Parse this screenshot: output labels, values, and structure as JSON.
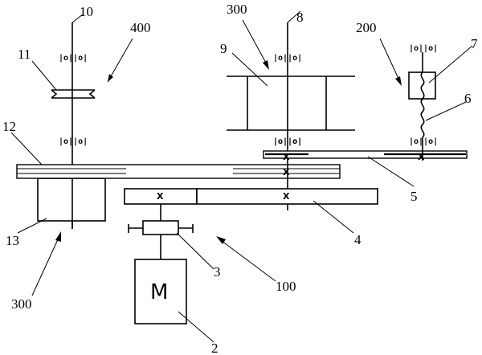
{
  "labels": {
    "l10": "10",
    "l400": "400",
    "l11": "11",
    "l12": "12",
    "l13": "13",
    "l300a": "300",
    "l300b": "300",
    "l8": "8",
    "l9": "9",
    "l200": "200",
    "l7": "7",
    "l6": "6",
    "l5": "5",
    "l4": "4",
    "l3": "3",
    "l100": "100",
    "l2": "2"
  },
  "motor": {
    "letter": "M"
  },
  "marks": {
    "bearing": "|o||o|",
    "cross": "X"
  }
}
